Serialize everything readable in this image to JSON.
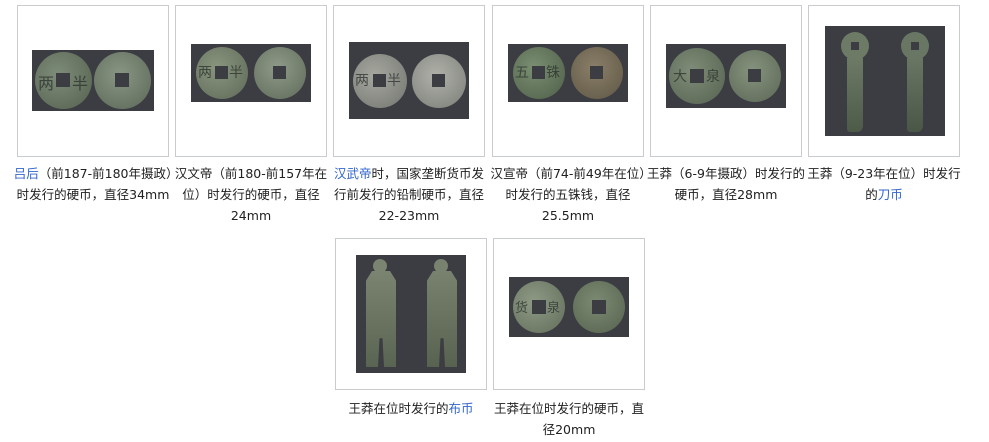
{
  "gallery": {
    "items": [
      {
        "pre": "",
        "link": "吕后",
        "post": "（前187-前180年摄政）时发行的硬币，直径34mm",
        "alt": "coin-photo-lu-hou"
      },
      {
        "pre": "汉文帝（前180-前157年在位）时发行的硬币，直径24mm",
        "link": "",
        "post": "",
        "alt": "coin-photo-han-wendi"
      },
      {
        "pre": "",
        "link": "汉武帝",
        "post": "时，国家垄断货币发行前发行的铅制硬币，直径22-23mm",
        "alt": "coin-photo-han-wudi"
      },
      {
        "pre": "汉宣帝（前74-前49年在位）时发行的五铢钱，直径25.5mm",
        "link": "",
        "post": "",
        "alt": "coin-photo-han-xuandi"
      },
      {
        "pre": "王莽（6-9年摄政）时发行的硬币，直径28mm",
        "link": "",
        "post": "",
        "alt": "coin-photo-wang-mang-regent"
      },
      {
        "pre": "王莽（9-23年在位）时发行的",
        "link": "刀币",
        "post": "",
        "alt": "knife-money-photo"
      },
      {
        "pre": "王莽在位时发行的",
        "link": "布币",
        "post": "",
        "alt": "spade-money-photo"
      },
      {
        "pre": "王莽在位时发行的硬币，直径20mm",
        "link": "",
        "post": "",
        "alt": "coin-photo-wang-mang-reign"
      }
    ]
  },
  "colors": {
    "link": "#3366cc",
    "border": "#c8ccd1",
    "photo_bg": "#3b3d43",
    "bronze": "#6b7a6a"
  }
}
